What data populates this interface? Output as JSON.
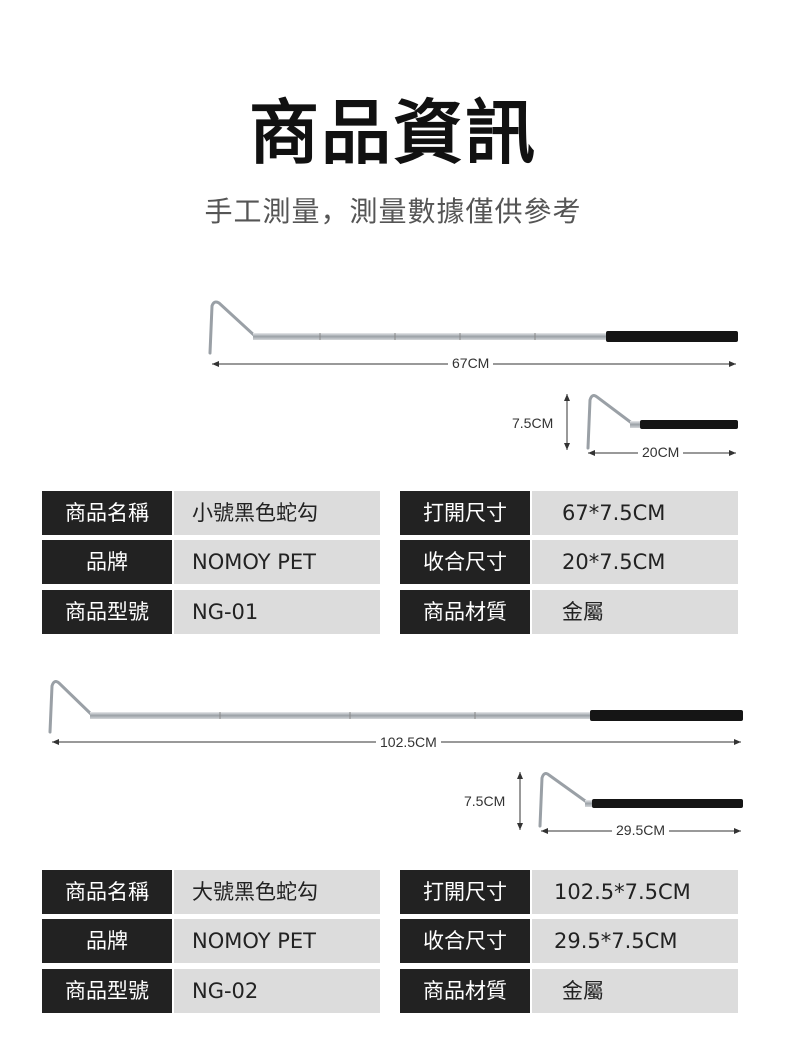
{
  "header": {
    "title": "商品資訊",
    "subtitle": "手工測量，測量數據僅供參考"
  },
  "product1": {
    "open_length": "67CM",
    "height": "7.5CM",
    "closed_length": "20CM",
    "specs": {
      "name_label": "商品名稱",
      "name_value": "小號黑色蛇勾",
      "brand_label": "品牌",
      "brand_value": "NOMOY PET",
      "model_label": "商品型號",
      "model_value": "NG-01",
      "open_label": "打開尺寸",
      "open_value": "67*7.5CM",
      "closed_label": "收合尺寸",
      "closed_value": "20*7.5CM",
      "material_label": "商品材質",
      "material_value": "金屬"
    }
  },
  "product2": {
    "open_length": "102.5CM",
    "height": "7.5CM",
    "closed_length": "29.5CM",
    "specs": {
      "name_label": "商品名稱",
      "name_value": "大號黑色蛇勾",
      "brand_label": "品牌",
      "brand_value": "NOMOY PET",
      "model_label": "商品型號",
      "model_value": "NG-02",
      "open_label": "打開尺寸",
      "open_value": "102.5*7.5CM",
      "closed_label": "收合尺寸",
      "closed_value": "29.5*7.5CM",
      "material_label": "商品材質",
      "material_value": "金屬"
    }
  },
  "colors": {
    "label_bg": "#222222",
    "value_bg": "#dcdcdc",
    "handle": "#151515",
    "steel": "#b8bcc0"
  }
}
